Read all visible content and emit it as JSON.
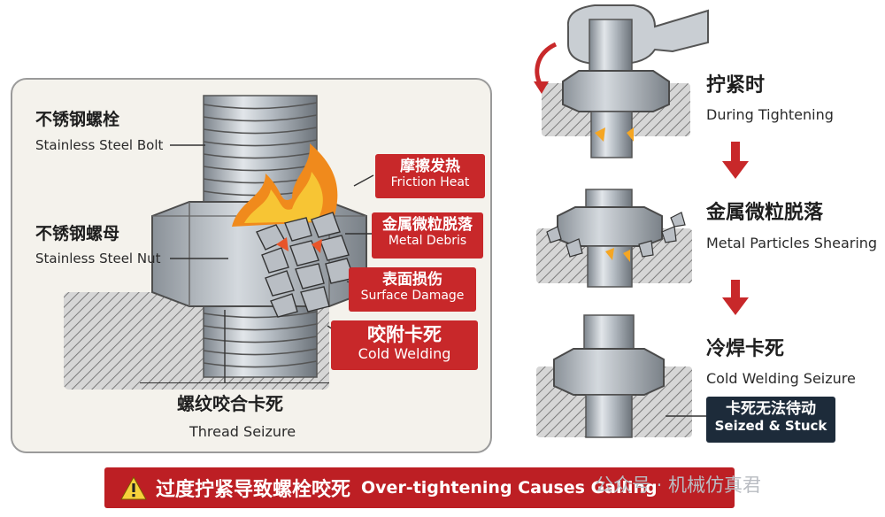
{
  "left_panel": {
    "bolt_label": {
      "cn": "不锈钢螺栓",
      "en": "Stainless Steel Bolt"
    },
    "nut_label": {
      "cn": "不锈钢螺母",
      "en": "Stainless Steel Nut"
    },
    "callouts": [
      {
        "cn": "摩擦发热",
        "en": "Friction Heat"
      },
      {
        "cn": "金属微粒脱落",
        "en": "Metal Debris"
      },
      {
        "cn": "表面损伤",
        "en": "Surface Damage"
      },
      {
        "cn": "咬附卡死",
        "en": "Cold Welding"
      }
    ],
    "thread_label": {
      "cn": "螺纹咬合卡死",
      "en": "Thread Seizure"
    }
  },
  "right_panel": {
    "steps": [
      {
        "cn": "拧紧时",
        "en": "During Tightening"
      },
      {
        "cn": "金属微粒脱落",
        "en": "Metal Particles Shearing"
      },
      {
        "cn": "冷焊卡死",
        "en": "Cold Welding Seizure"
      }
    ],
    "result_box": {
      "cn": "卡死无法待动",
      "en": "Seized & Stuck"
    }
  },
  "banner": {
    "icon": "warning-icon",
    "cn": "过度拧紧导致螺栓咬死",
    "en": "Over-tightening Causes Galling"
  },
  "watermark": "公众号 · 机械仿真君",
  "colors": {
    "accent_red": "#c8282a",
    "banner_red": "#bd1f24",
    "dark_navy": "#1d2b3a",
    "steel": "#a9b0b8"
  }
}
